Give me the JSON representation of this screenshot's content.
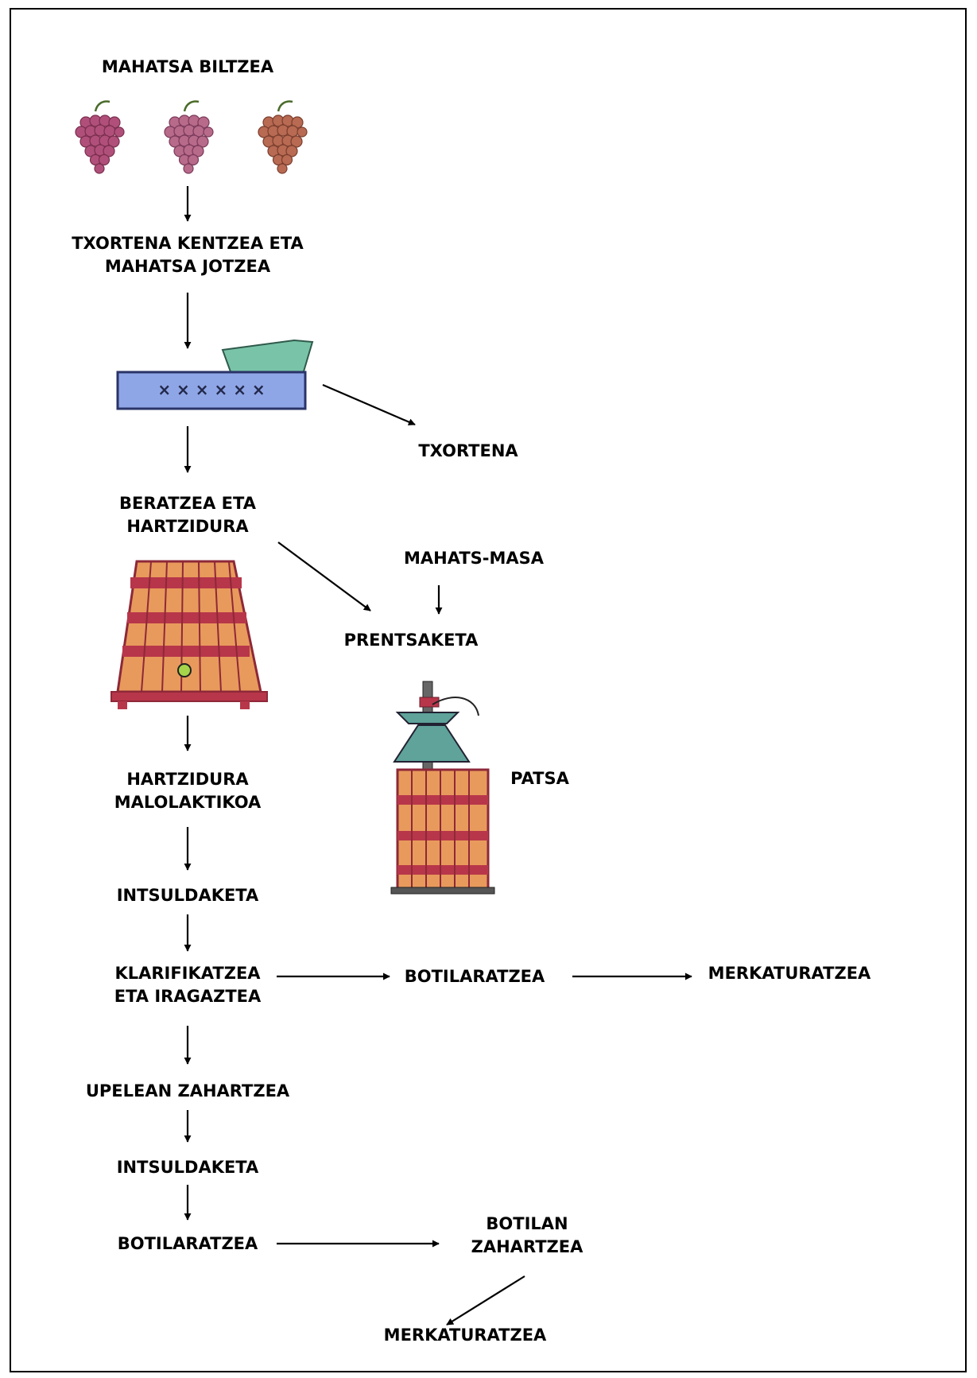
{
  "steps": {
    "harvest": "MAHATSA BILTZEA",
    "destem_1": "TXORTENA KENTZEA ETA",
    "destem_2": "MAHATSA JOTZEA",
    "stems": "TXORTENA",
    "maceration_1": "BERATZEA ETA",
    "maceration_2": "HARTZIDURA",
    "pomace": "MAHATS-MASA",
    "pressing": "PRENTSAKETA",
    "marc": "PATSA",
    "malolactic_1": "HARTZIDURA",
    "malolactic_2": "MALOLAKTIKOA",
    "racking_1": "INTSULDAKETA",
    "clarify_1": "KLARIFIKATZEA",
    "clarify_2": "ETA IRAGAZTEA",
    "bottling_1": "BOTILARATZEA",
    "market_1": "MERKATURATZEA",
    "barrel_aging": "UPELEAN ZAHARTZEA",
    "racking_2": "INTSULDAKETA",
    "bottling_2": "BOTILARATZEA",
    "bottle_aging_1": "BOTILAN",
    "bottle_aging_2": "ZAHARTZEA",
    "market_2": "MERKATURATZEA"
  },
  "illustrations": {
    "grapes": "grape-cluster-icon",
    "destemmer": "destemmer-crusher-machine",
    "vat": "fermentation-vat-icon",
    "press": "wine-press-icon"
  },
  "colors": {
    "text": "#000000",
    "grape_purple": "#b0507a",
    "grape_brown": "#b86a52",
    "machine_blue": "#8fa6e6",
    "hopper_green": "#79c4a8",
    "wood_red": "#b8364a",
    "wood_orange": "#e89a5c",
    "press_teal": "#5fa39a"
  }
}
